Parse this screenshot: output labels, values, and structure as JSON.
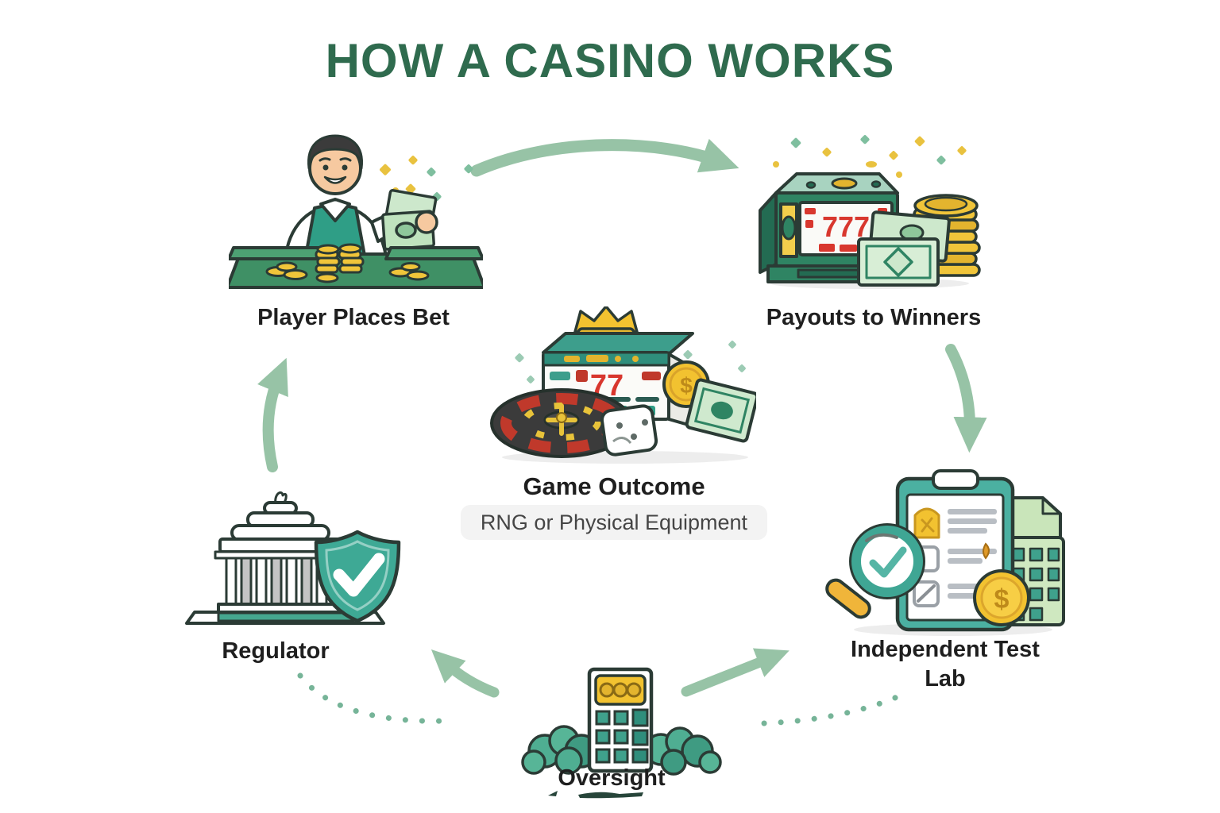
{
  "title": "HOW A CASINO WORKS",
  "nodes": {
    "player": {
      "label": "Player Places Bet"
    },
    "payouts": {
      "label": "Payouts to Winners",
      "slot_display": "777"
    },
    "center": {
      "label": "Game Outcome",
      "sublabel": "RNG or Physical Equipment",
      "slot_display": "77"
    },
    "regulator": {
      "label": "Regulator"
    },
    "test_lab": {
      "label": "Independent Test Lab"
    },
    "oversight": {
      "label": "Oversight"
    }
  },
  "glyphs": {
    "coin_symbol": "$"
  },
  "flow_edges": [
    {
      "from": "Player Places Bet",
      "to": "Payouts to Winners",
      "style": "solid-arrow"
    },
    {
      "from": "Payouts to Winners",
      "to": "Independent Test Lab",
      "style": "solid-arrow"
    },
    {
      "from": "Regulator",
      "to": "Player Places Bet",
      "style": "solid-arrow"
    },
    {
      "from": "Oversight",
      "to": "Regulator",
      "style": "solid-arrow"
    },
    {
      "from": "Oversight",
      "to": "Independent Test Lab",
      "style": "solid-arrow"
    },
    {
      "from": "Regulator",
      "to": "Oversight",
      "style": "dotted-curve"
    },
    {
      "from": "Oversight",
      "to": "Independent Test Lab",
      "style": "dotted-curve"
    }
  ],
  "icons": {
    "player": "player-at-casino-table-icon",
    "payouts": "slot-machine-coins-cash-icon",
    "center": "slot-roulette-dice-coin-icon",
    "regulator": "government-building-shield-check-icon",
    "test_lab": "clipboard-magnifier-coin-icon",
    "oversight": "building-with-bushes-icon"
  },
  "colors": {
    "title_green": "#2F6B4E",
    "label_black": "#1F1F1F",
    "sublabel_gray": "#454545",
    "sublabel_bg": "#F3F3F3",
    "arrow_green": "#97C3A6",
    "dotted_green": "#76B498",
    "teal": "#3FA693",
    "casino_green": "#2F8463",
    "table_green": "#3F9065",
    "gold": "#F2C230",
    "money_green": "#CDE8CC",
    "digit_red": "#D8372E",
    "outline_dark": "#2B3B35"
  }
}
